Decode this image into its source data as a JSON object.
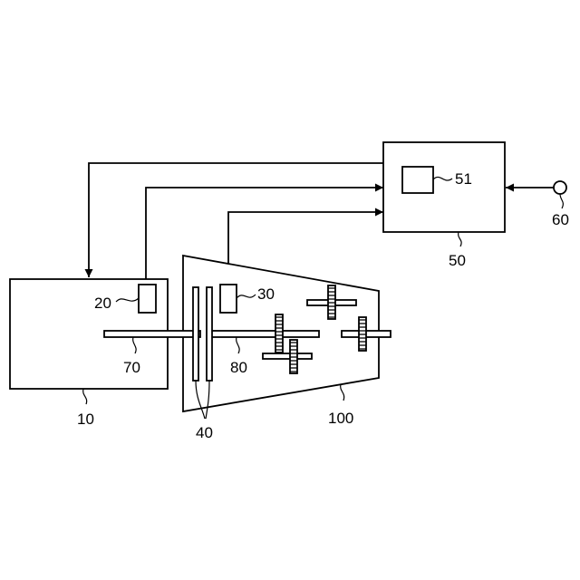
{
  "labels": {
    "engine": "10",
    "engine_sensor": "20",
    "transmission_sensor": "30",
    "clutch": "40",
    "controller": "50",
    "controller_memory": "51",
    "input_terminal": "60",
    "input_shaft": "70",
    "output_shaft": "80",
    "transmission": "100"
  }
}
